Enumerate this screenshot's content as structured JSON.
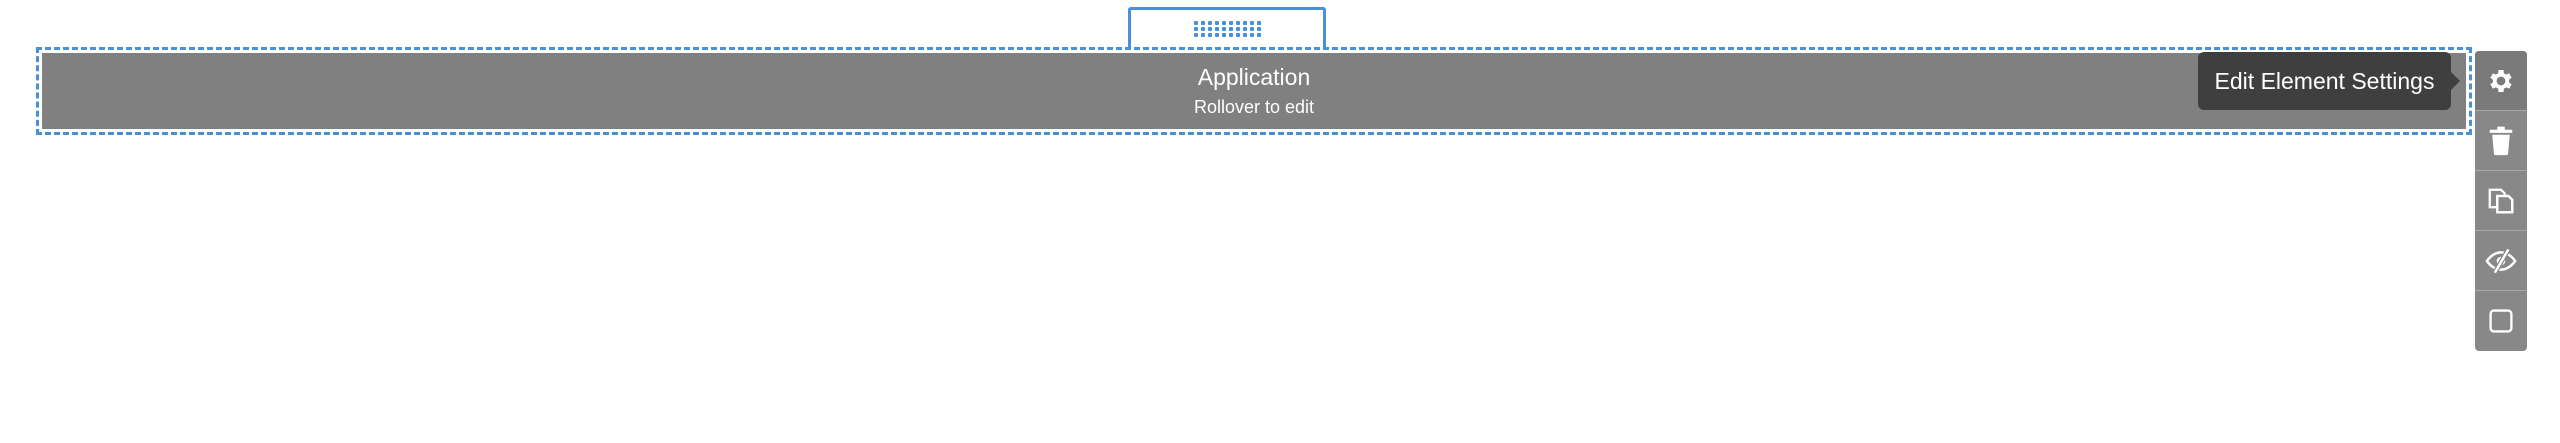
{
  "element": {
    "title": "Application",
    "subtitle": "Rollover to edit"
  },
  "tooltip": {
    "text": "Edit Element Settings"
  },
  "toolbar": {
    "items": [
      {
        "name": "settings",
        "icon": "gear-icon"
      },
      {
        "name": "delete",
        "icon": "trash-icon"
      },
      {
        "name": "duplicate",
        "icon": "copy-icon"
      },
      {
        "name": "visibility",
        "icon": "eye-slash-icon"
      },
      {
        "name": "select-parent",
        "icon": "square-icon"
      }
    ]
  },
  "colors": {
    "selection": "#4a90d9",
    "element_bg": "#808080",
    "tooltip_bg": "#3f3f3f",
    "toolbar_bg": "#888888"
  }
}
